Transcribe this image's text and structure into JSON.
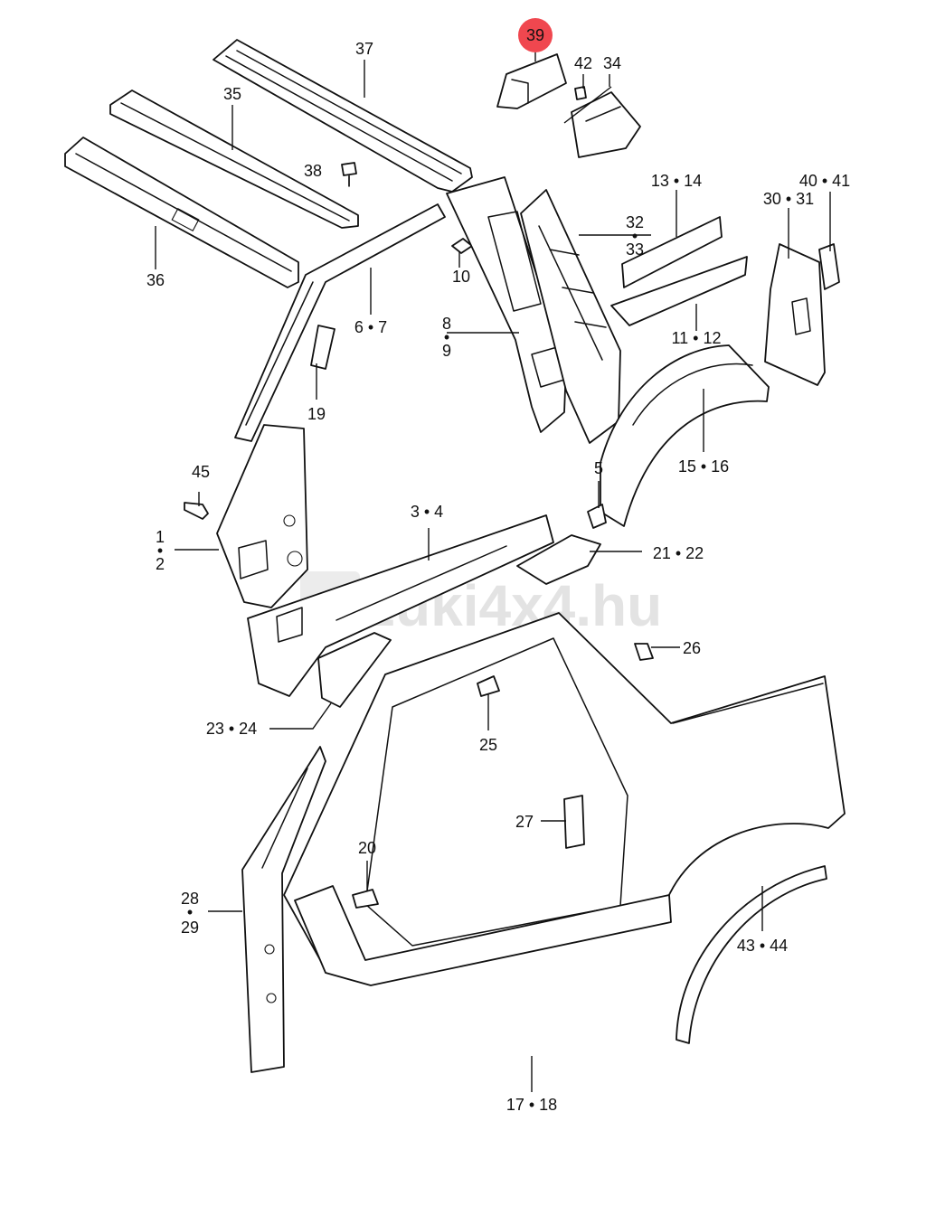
{
  "watermark": "zuki4x4.hu",
  "highlight_color": "#f0474f",
  "labels": {
    "p1_2": [
      "1",
      "•",
      "2"
    ],
    "p3_4": "3 • 4",
    "p5": "5",
    "p6_7": "6 • 7",
    "p8_9": [
      "8",
      "•",
      "9"
    ],
    "p10": "10",
    "p11_12": "11 • 12",
    "p13_14": "13 • 14",
    "p15_16": "15 • 16",
    "p17_18": "17 • 18",
    "p19": "19",
    "p20": "20",
    "p21_22": "21 • 22",
    "p23_24": "23 • 24",
    "p25": "25",
    "p26": "26",
    "p27": "27",
    "p28_29": [
      "28",
      "•",
      "29"
    ],
    "p30_31": "30 • 31",
    "p32_33": [
      "32",
      "•",
      "33"
    ],
    "p34": "34",
    "p35": "35",
    "p36": "36",
    "p37": "37",
    "p38": "38",
    "p39": "39",
    "p40_41": "40 • 41",
    "p42": "42",
    "p43_44": "43 • 44",
    "p45": "45"
  }
}
